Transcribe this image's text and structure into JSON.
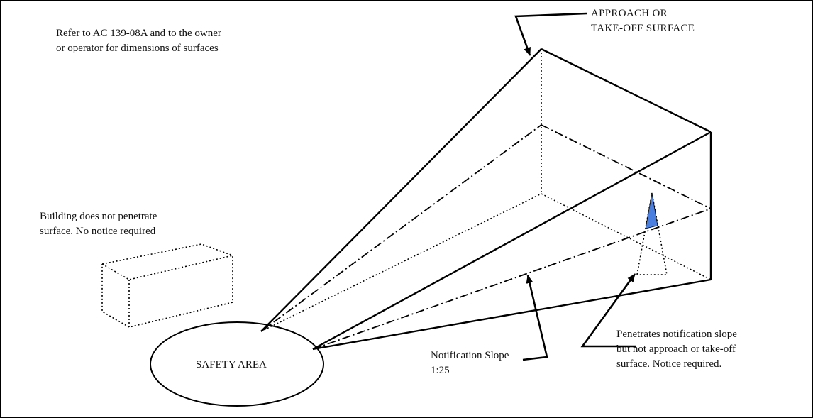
{
  "labels": {
    "reference_note": [
      "Refer to AC 139-08A and to the owner",
      "or operator for dimensions of surfaces"
    ],
    "building_note": [
      "Building does not penetrate",
      "surface. No notice required"
    ],
    "approach_surface": [
      "APPROACH OR",
      "TAKE-OFF SURFACE"
    ],
    "notification_slope": [
      "Notification Slope",
      "1:25"
    ],
    "penetration_note": [
      "Penetrates notification slope",
      "but not approach or take-off",
      "surface. Notice required."
    ],
    "safety_area": "SAFETY AREA"
  },
  "colors": {
    "line": "#000000",
    "penetration_fill": "#4a7fe0"
  }
}
